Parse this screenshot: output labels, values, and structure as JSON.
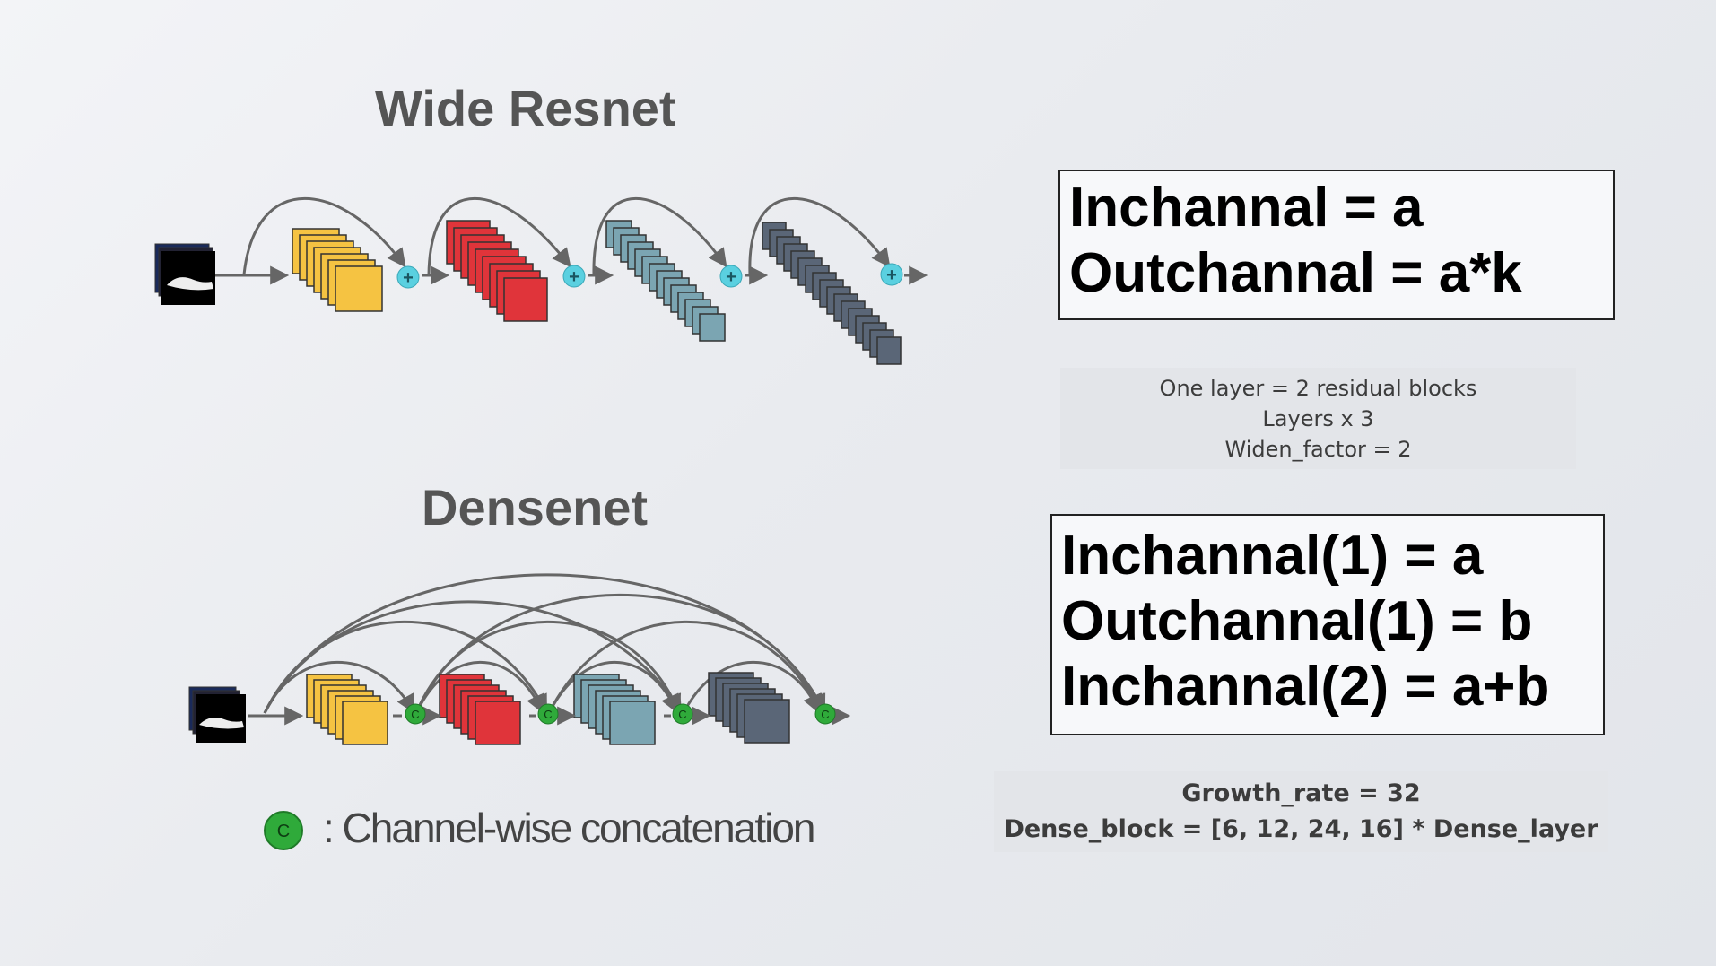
{
  "titles": {
    "resnet": "Wide Resnet",
    "densenet": "Densenet"
  },
  "resnet_formula": {
    "line1": "Inchannal = a",
    "line2": "Outchannal = a*k"
  },
  "resnet_notes": {
    "line1": "One layer = 2 residual blocks",
    "line2": "Layers x 3",
    "line3": "Widen_factor = 2"
  },
  "densenet_formula": {
    "line1": "Inchannal(1) = a",
    "line2": "Outchannal(1) = b",
    "line3": "Inchannal(2) = a+b"
  },
  "densenet_notes": {
    "line1": "Growth_rate = 32",
    "line2": "Dense_block = [6, 12, 24, 16] * Dense_layer"
  },
  "legend": {
    "symbol": "C",
    "text": ": Channel-wise concatenation"
  },
  "symbols": {
    "add": "+",
    "concat": "C"
  },
  "colors": {
    "yellow": "#f5c342",
    "red": "#e0343a",
    "teal": "#7ba5b2",
    "slate": "#5a6677",
    "add_node": "#5ad0e0",
    "concat_node": "#2faa3a",
    "arrow": "#666666"
  }
}
